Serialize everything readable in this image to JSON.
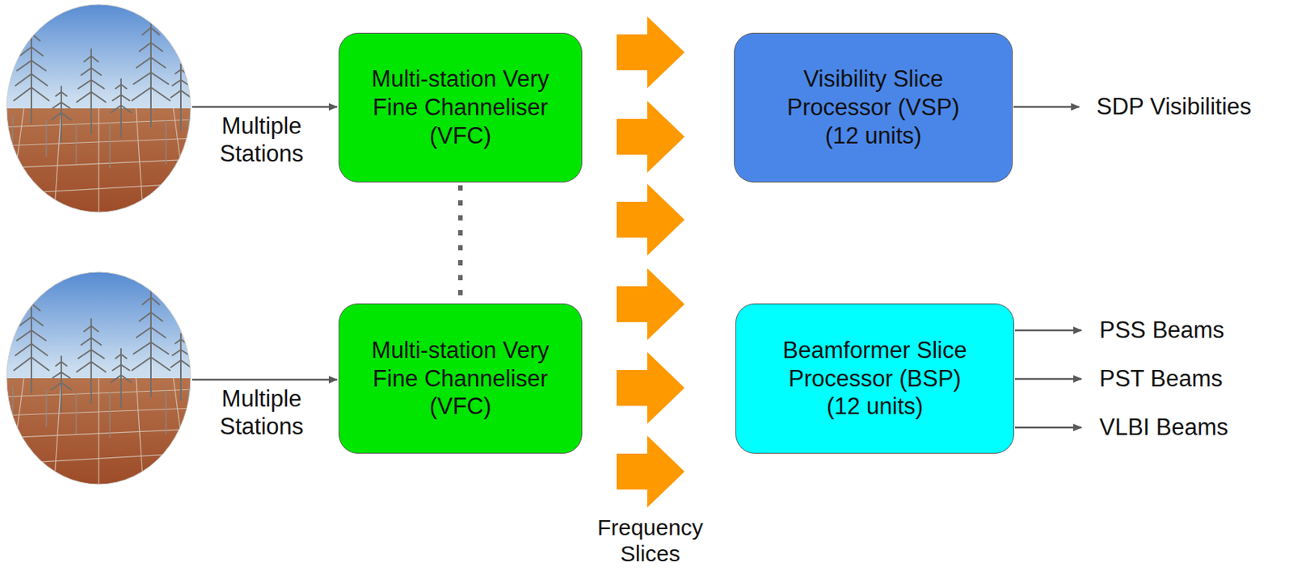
{
  "diagram": {
    "nodes": [
      {
        "text": [
          "Multi-station Very Fine Channeliser (VFC)"
        ]
      },
      {
        "text": [
          "Multi-station Very Fine Channeliser (VFC)"
        ]
      },
      {
        "text": [
          "Visibility Slice Processor (VSP)",
          "(12 units)"
        ]
      },
      {
        "text": [
          "Beamformer Slice Processor (BSP)",
          "(12 units)"
        ]
      }
    ],
    "labels": [
      "Multiple Stations",
      "Multiple Stations",
      "Frequency Slices",
      "SDP Visibilities",
      "PSS Beams",
      "PST Beams",
      "VLBI Beams"
    ]
  }
}
